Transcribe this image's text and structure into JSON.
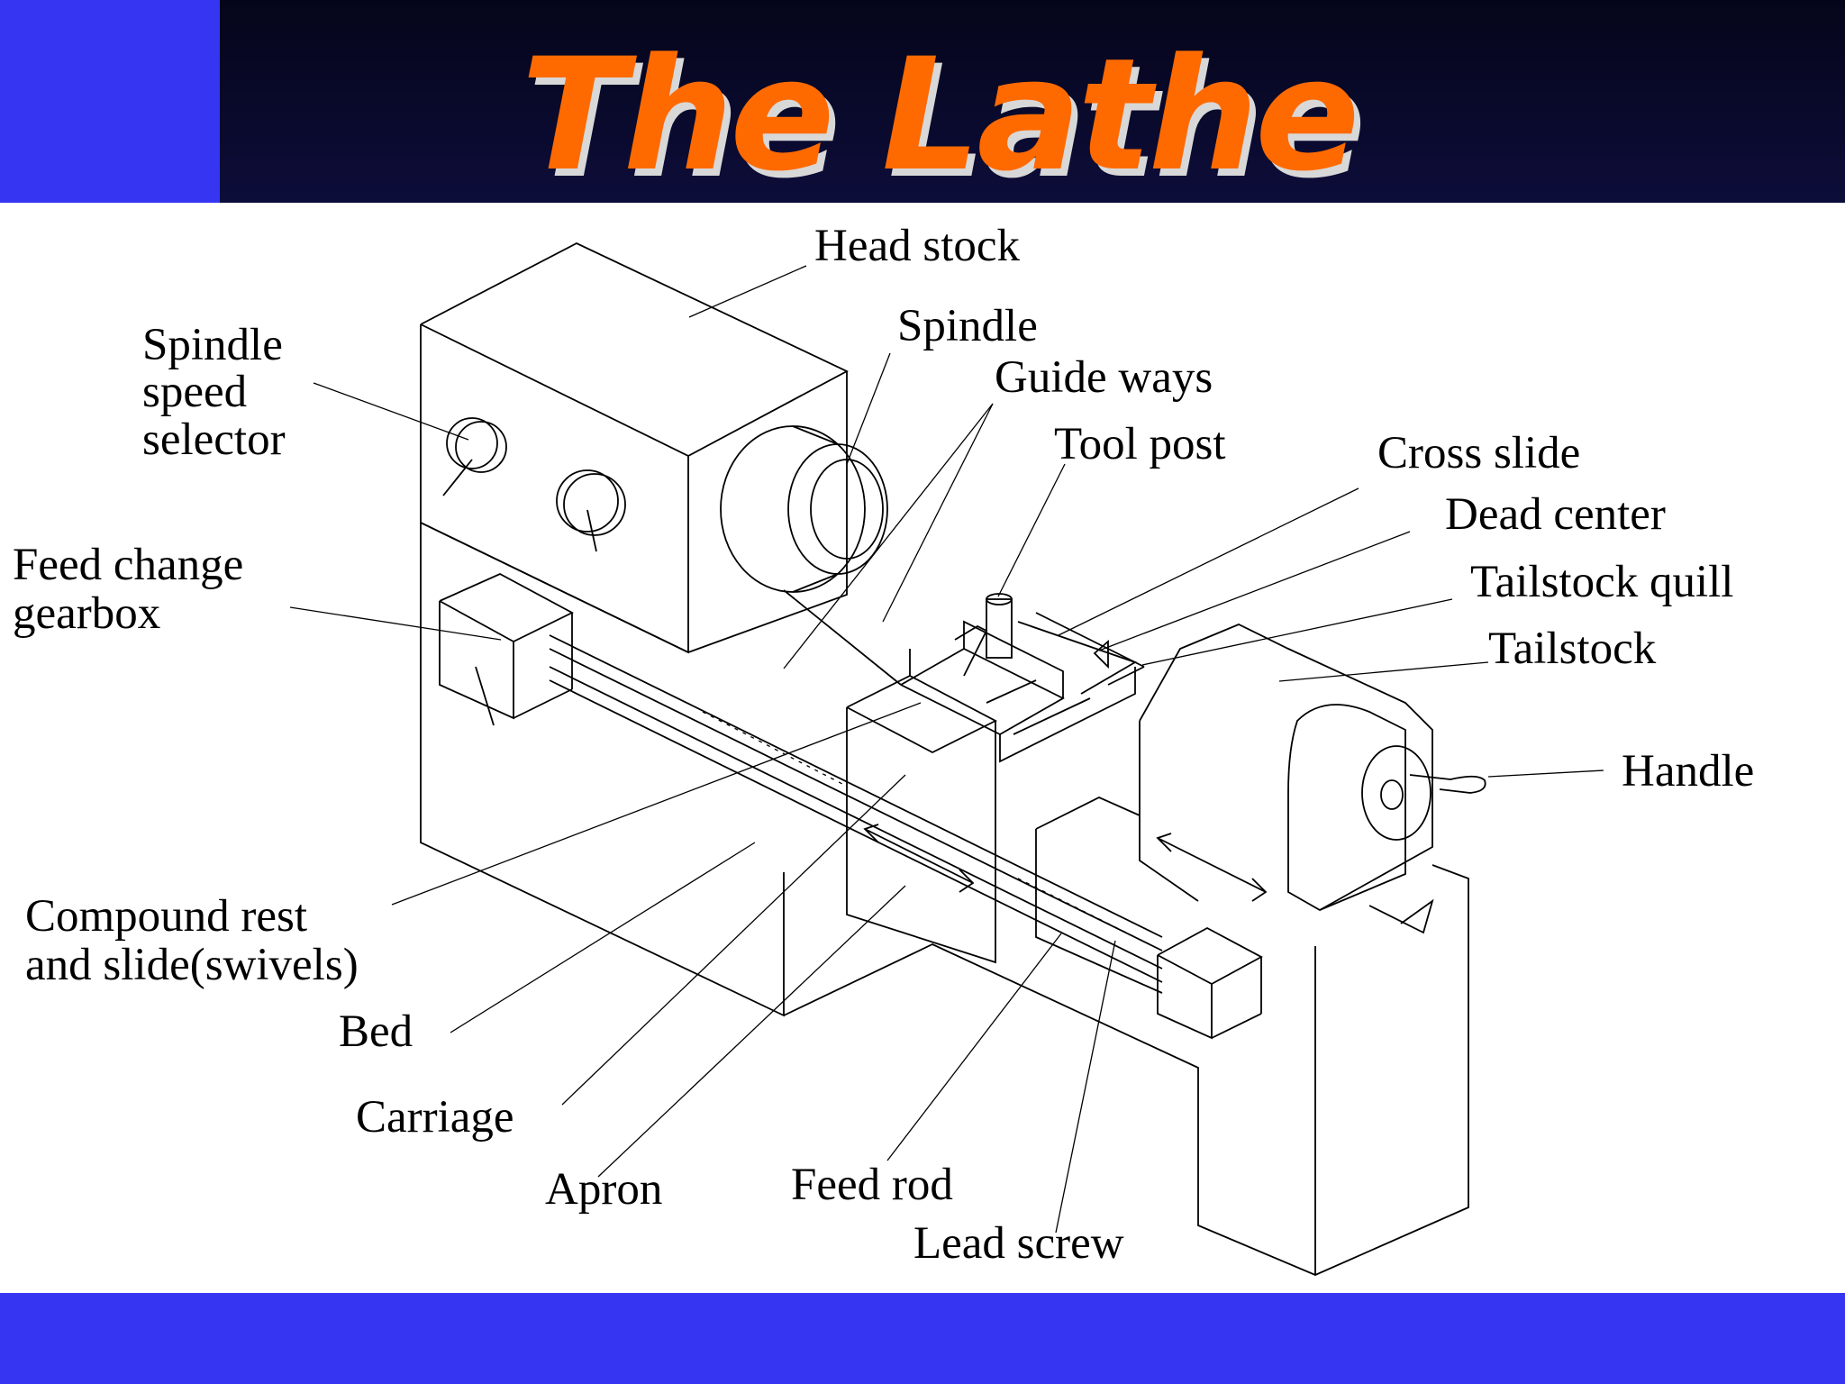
{
  "slide": {
    "title": "The Lathe",
    "colors": {
      "title": "#ff6a00",
      "header": "#0a0a30",
      "accent": "#3535f2",
      "canvas": "#ffffff"
    }
  },
  "labels": {
    "head_stock": "Head stock",
    "spindle": "Spindle",
    "guide_ways": "Guide ways",
    "tool_post": "Tool post",
    "cross_slide": "Cross slide",
    "dead_center": "Dead center",
    "tailstock_quill": "Tailstock quill",
    "tailstock": "Tailstock",
    "handle": "Handle",
    "spindle_speed_selector_1": "Spindle",
    "spindle_speed_selector_2": "speed",
    "spindle_speed_selector_3": "selector",
    "feed_change_gearbox_1": "Feed change",
    "feed_change_gearbox_2": "gearbox",
    "compound_rest_1": "Compound rest",
    "compound_rest_2": "and slide(swivels)",
    "bed": "Bed",
    "carriage": "Carriage",
    "apron": "Apron",
    "feed_rod": "Feed rod",
    "lead_screw": "Lead screw"
  }
}
